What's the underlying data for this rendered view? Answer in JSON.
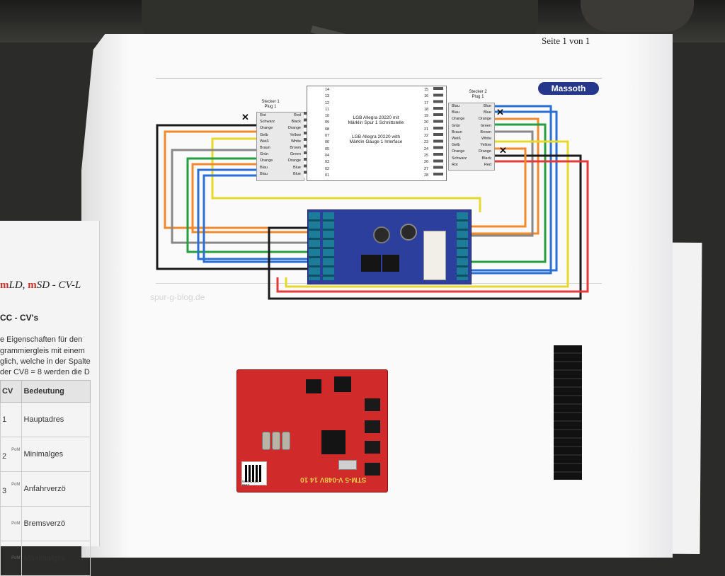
{
  "page": {
    "page_label": "Seite 1 von 1",
    "brand": "Massoth",
    "watermark": "spur-g-blog.de"
  },
  "diagram": {
    "plug1_title": "Stecker 1\nPlug 1",
    "plug2_title": "Stecker 2\nPlug 1",
    "plug1_rows": [
      [
        "Rot",
        "Red"
      ],
      [
        "Schwarz",
        "Black"
      ],
      [
        "Orange",
        "Orange"
      ],
      [
        "Gelb",
        "Yellow"
      ],
      [
        "Weiß",
        "White"
      ],
      [
        "Braun",
        "Brown"
      ],
      [
        "Grün",
        "Green"
      ],
      [
        "Orange",
        "Orange"
      ],
      [
        "Blau",
        "Blue"
      ],
      [
        "Blau",
        "Blue"
      ]
    ],
    "plug2_rows": [
      [
        "Blau",
        "Blue"
      ],
      [
        "Blau",
        "Blue"
      ],
      [
        "Orange",
        "Orange"
      ],
      [
        "Grün",
        "Green"
      ],
      [
        "Braun",
        "Brown"
      ],
      [
        "Weiß",
        "White"
      ],
      [
        "Gelb",
        "Yellow"
      ],
      [
        "Orange",
        "Orange"
      ],
      [
        "Schwarz",
        "Black"
      ],
      [
        "Rot",
        "Red"
      ]
    ],
    "left_pins": [
      "14",
      "13",
      "12",
      "11",
      "10",
      "09",
      "08",
      "07",
      "06",
      "05",
      "04",
      "03",
      "02",
      "01"
    ],
    "right_pins": [
      "15",
      "16",
      "17",
      "18",
      "19",
      "20",
      "21",
      "22",
      "23",
      "24",
      "25",
      "26",
      "27",
      "28"
    ],
    "center_line1": "LGB Allegra 20220 mit\nMärklin Spur 1 Schnittstelle",
    "center_line2": "LGB Allegra 20220 with\nMärklin Gauge 1 Interface",
    "wire_colors": [
      "#e03a3a",
      "#1a1a1a",
      "#f08a2c",
      "#e6d92b",
      "#888888",
      "#24a040",
      "#2a6fd6"
    ]
  },
  "module": {
    "label": "STM-5 V-048V 14 10",
    "serial": "WD0426137\n0647"
  },
  "left_sheet": {
    "title_m1": "m",
    "title_1": "LD, ",
    "title_m2": "m",
    "title_2": "SD - CV-L",
    "subtitle": "CC - CV's",
    "para": [
      "e Eigenschaften für den",
      "grammiergleis mit einem",
      "glich, welche in der Spalte",
      "der CV8 = 8 werden die D"
    ],
    "table_headers": [
      "CV",
      "Bedeutung"
    ],
    "rows": [
      {
        "cv": "1",
        "pom": "",
        "text": "Hauptadres"
      },
      {
        "cv": "2",
        "pom": "PoM",
        "text": "Minimalges"
      },
      {
        "cv": "3",
        "pom": "PoM",
        "text": "Anfahrverzö"
      },
      {
        "cv": "",
        "pom": "PoM",
        "text": "Bremsverzö"
      },
      {
        "cv": "",
        "pom": "PoM",
        "text": "Maximalges"
      }
    ]
  }
}
